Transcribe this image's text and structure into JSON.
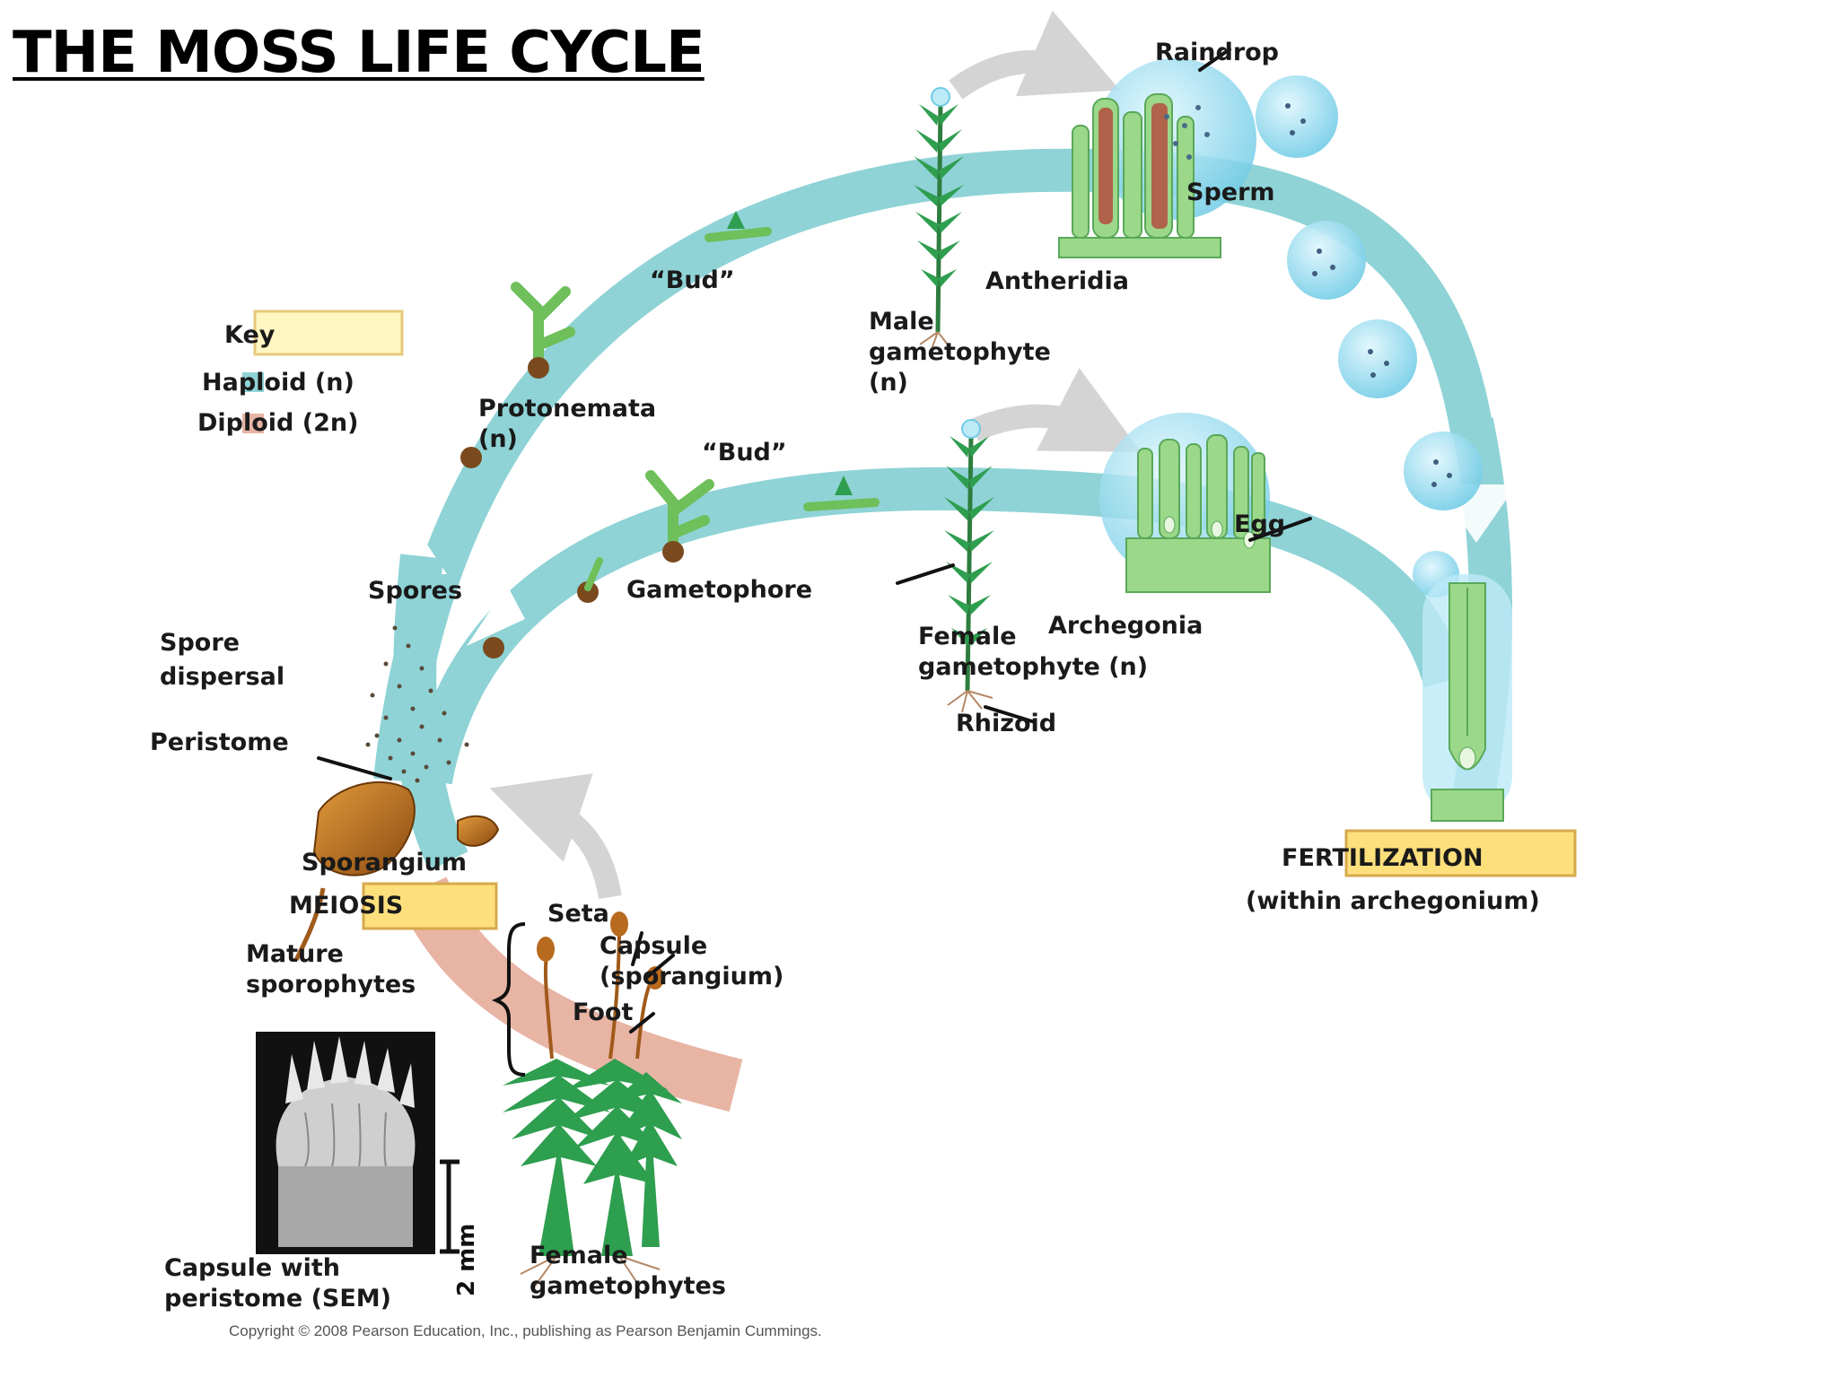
{
  "title": "THE MOSS LIFE CYCLE",
  "key": {
    "heading": "Key",
    "haploid_label": "Haploid (n)",
    "diploid_label": "Diploid (2n)",
    "haploid_color": "#8fd3d6",
    "diploid_color": "#e8b4a4"
  },
  "labels": {
    "raindrop": "Raindrop",
    "sperm": "Sperm",
    "antheridia": "Antheridia",
    "male_gametophyte": [
      "Male",
      "gametophyte",
      "(n)"
    ],
    "bud_top": "“Bud”",
    "bud_mid": "“Bud”",
    "protonemata": [
      "Protonemata",
      "(n)"
    ],
    "spores": "Spores",
    "spore_dispersal": [
      "Spore",
      "dispersal"
    ],
    "peristome": "Peristome",
    "gametophore": "Gametophore",
    "egg": "Egg",
    "archegonia": "Archegonia",
    "female_gametophyte": [
      "Female",
      "gametophyte (n)"
    ],
    "rhizoid": "Rhizoid",
    "sporangium": "Sporangium",
    "meiosis": "MEIOSIS",
    "mature_sporophytes": [
      "Mature",
      "sporophytes"
    ],
    "seta": "Seta",
    "capsule": [
      "Capsule",
      "(sporangium)"
    ],
    "foot": "Foot",
    "fertilization": "FERTILIZATION",
    "fertilization_sub": "(within archegonium)",
    "capsule_sem": [
      "Capsule with",
      "peristome (SEM)"
    ],
    "female_gametophytes": [
      "Female",
      "gametophytes"
    ],
    "scale_bar": "2 mm"
  },
  "copyright": "Copyright © 2008 Pearson Education, Inc., publishing as Pearson Benjamin Cummings.",
  "colors": {
    "haploid_band": "#8fd3d6",
    "diploid_band": "#e8b4a4",
    "process_box": "#fde07c",
    "key_box": "#fff6c2",
    "moss_green": "#2e9e4f",
    "cell_green": "#9bd88a",
    "capsule_brown": "#b86a1e",
    "water_blue": "#8fd8ee"
  }
}
